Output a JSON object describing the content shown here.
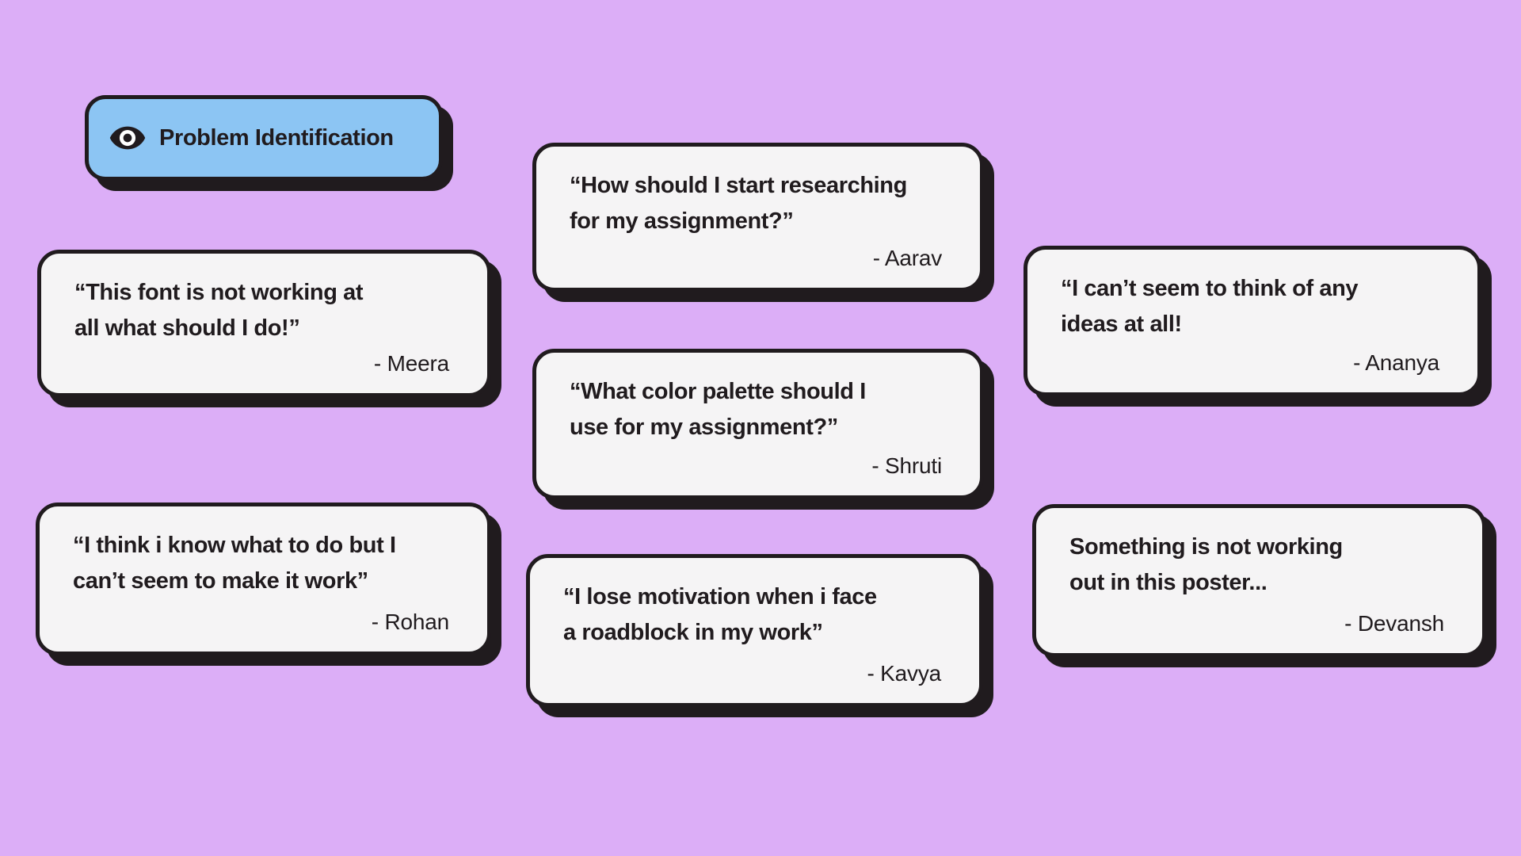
{
  "colors": {
    "background": "#dcaef7",
    "card_background": "#f5f4f5",
    "ink": "#201b1e",
    "badge_background": "#8cc5f3"
  },
  "badge": {
    "label": "Problem Identification",
    "icon": "eye-icon"
  },
  "cards": [
    {
      "id": "meera",
      "quote": "“This font is not working at\nall what should I do!”",
      "author": "- Meera"
    },
    {
      "id": "aarav",
      "quote": "“How should I start researching\nfor my assignment?”",
      "author": "- Aarav"
    },
    {
      "id": "ananya",
      "quote": "“I can’t seem to think of any\nideas at all!",
      "author": "- Ananya"
    },
    {
      "id": "shruti",
      "quote": "“What color palette should I\nuse for my assignment?”",
      "author": "- Shruti"
    },
    {
      "id": "rohan",
      "quote": "“I think i know what to do but I\ncan’t seem to make it work”",
      "author": "- Rohan"
    },
    {
      "id": "kavya",
      "quote": "“I lose motivation when i face\na roadblock in my work”",
      "author": "- Kavya"
    },
    {
      "id": "devansh",
      "quote": "Something is not working\nout in this poster...",
      "author": "- Devansh"
    }
  ]
}
